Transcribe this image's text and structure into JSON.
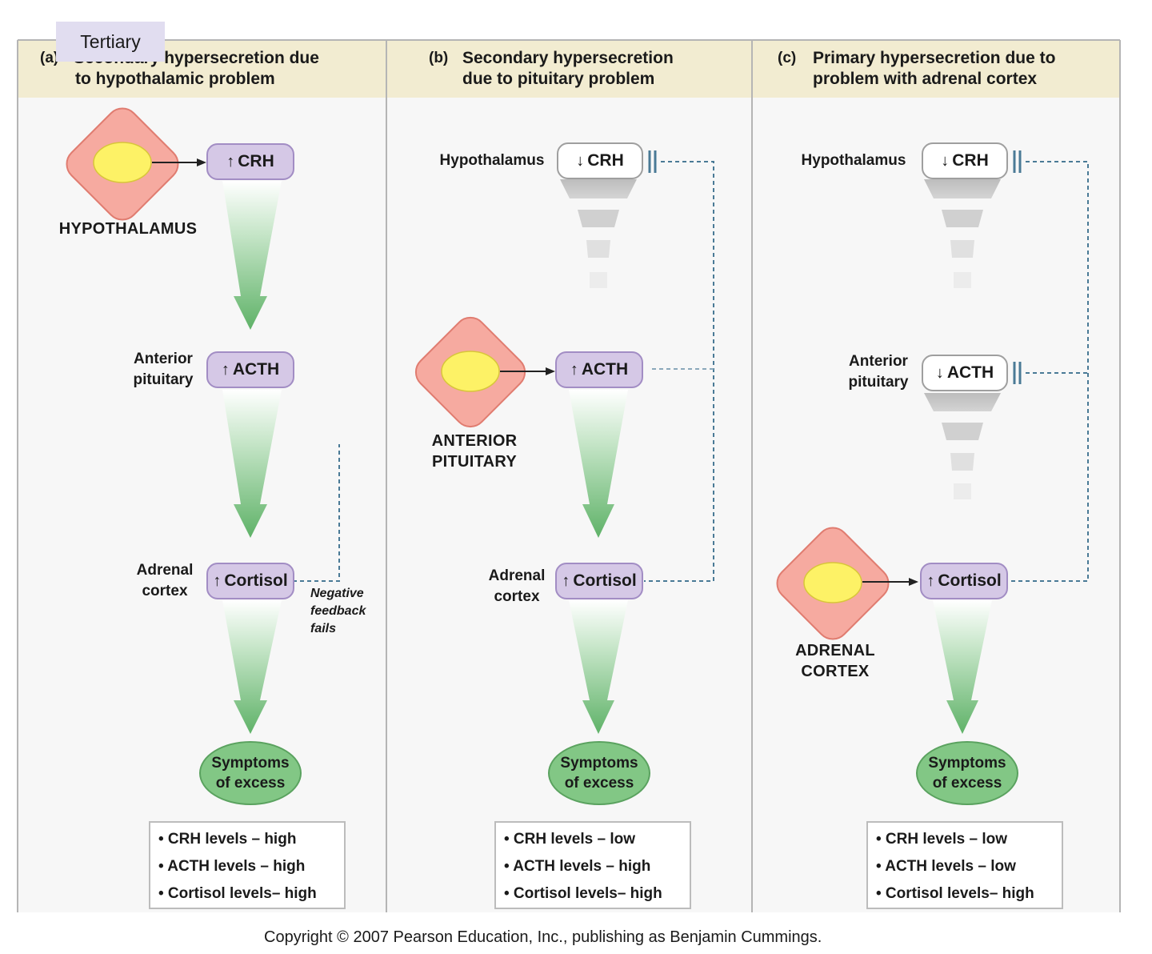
{
  "tab": {
    "label": "Tertiary"
  },
  "panels": [
    {
      "letter": "(a)",
      "title_line1": "Secondary hypersecretion due",
      "title_line2": "to hypothalamic problem",
      "hypothalamus_label": "HYPOTHALAMUS",
      "crh": {
        "arrow": "↑",
        "label": "CRH"
      },
      "anterior_pituitary_line1": "Anterior",
      "anterior_pituitary_line2": "pituitary",
      "acth": {
        "arrow": "↑",
        "label": "ACTH"
      },
      "adrenal_line1": "Adrenal",
      "adrenal_line2": "cortex",
      "cortisol": {
        "arrow": "↑",
        "label": "Cortisol"
      },
      "negative_feedback": [
        "Negative",
        "feedback",
        "fails"
      ],
      "symptoms_line1": "Symptoms",
      "symptoms_line2": "of excess",
      "levels": [
        "• CRH levels – high",
        "• ACTH levels – high",
        "• Cortisol levels– high"
      ]
    },
    {
      "letter": "(b)",
      "title_line1": "Secondary hypersecretion",
      "title_line2": "due to pituitary problem",
      "hypothalamus_label": "Hypothalamus",
      "crh": {
        "arrow": "↓",
        "label": "CRH"
      },
      "organ_line1": "ANTERIOR",
      "organ_line2": "PITUITARY",
      "acth": {
        "arrow": "↑",
        "label": "ACTH"
      },
      "adrenal_line1": "Adrenal",
      "adrenal_line2": "cortex",
      "cortisol": {
        "arrow": "↑",
        "label": "Cortisol"
      },
      "symptoms_line1": "Symptoms",
      "symptoms_line2": "of excess",
      "levels": [
        "• CRH levels – low",
        "• ACTH levels – high",
        "• Cortisol levels– high"
      ]
    },
    {
      "letter": "(c)",
      "title_line1": "Primary hypersecretion due to",
      "title_line2": "problem with adrenal cortex",
      "hypothalamus_label": "Hypothalamus",
      "crh": {
        "arrow": "↓",
        "label": "CRH"
      },
      "anterior_pituitary_line1": "Anterior",
      "anterior_pituitary_line2": "pituitary",
      "acth": {
        "arrow": "↓",
        "label": "ACTH"
      },
      "organ_line1": "ADRENAL",
      "organ_line2": "CORTEX",
      "cortisol": {
        "arrow": "↑",
        "label": "Cortisol"
      },
      "symptoms_line1": "Symptoms",
      "symptoms_line2": "of excess",
      "levels": [
        "• CRH levels – low",
        "• ACTH levels – low",
        "• Cortisol levels– high"
      ]
    }
  ],
  "copyright": "Copyright © 2007 Pearson Education, Inc., publishing as Benjamin Cummings.",
  "colors": {
    "header_band": "#f2ecd1",
    "panel_bg": "#f7f7f7",
    "gland_fill": "#f6aaa0",
    "gland_center": "#fdf266",
    "hormone_up": "#d5c8e6",
    "hormone_down": "#ffffff",
    "flow_arrow": "#6fbd77",
    "symptoms": "#82c785",
    "feedback_line": "#4a7a96"
  }
}
